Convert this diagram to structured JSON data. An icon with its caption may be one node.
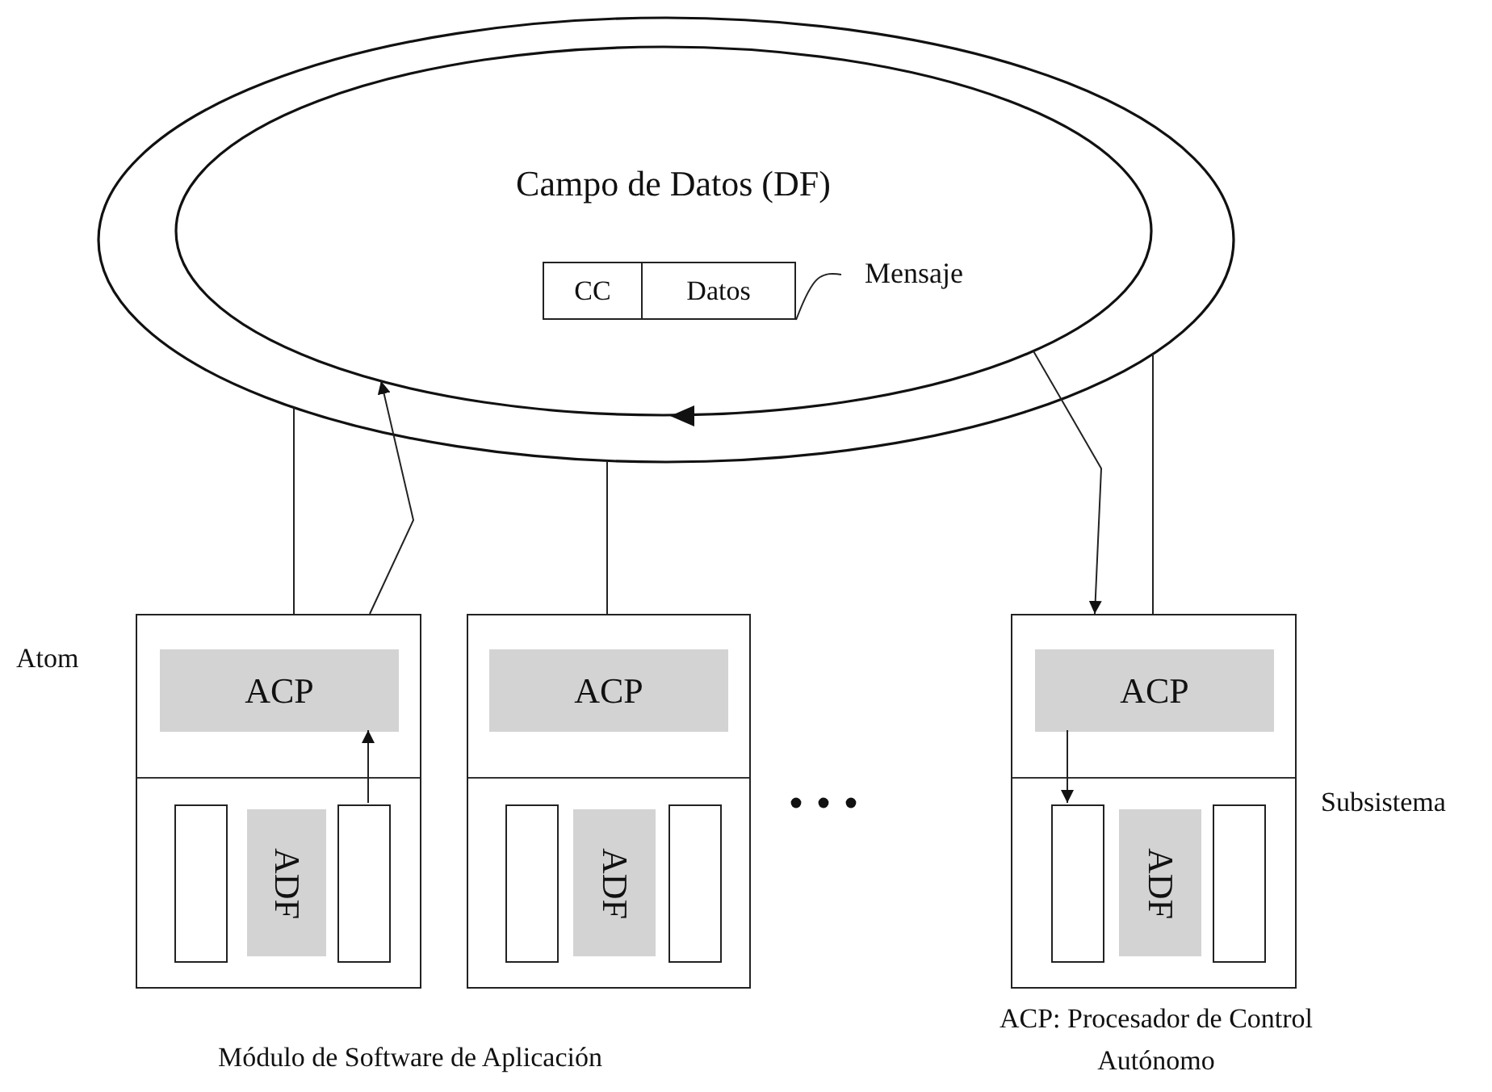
{
  "diagram": {
    "nodes": [
      {
        "text": [],
        "shape": "ellipse"
      },
      {
        "text": [
          "Campo de Datos (DF)"
        ],
        "in": 0
      },
      {
        "text": [
          "CC"
        ],
        "in": 1
      },
      {
        "text": [
          "Datos"
        ],
        "in": 1
      },
      {
        "text": [
          "Mensaje"
        ],
        "in": 1
      },
      {
        "text": [],
        "shape": "box",
        "beside": [
          "Atom"
        ]
      },
      {
        "text": [
          "ACP"
        ],
        "in": 5
      },
      {
        "text": [],
        "shape": "box",
        "in": 5
      },
      {
        "text": [
          "ADF"
        ],
        "in": 5
      },
      {
        "text": [],
        "shape": "box",
        "in": 5
      },
      {
        "text": [],
        "shape": "box"
      },
      {
        "text": [
          "ACP"
        ],
        "in": 10
      },
      {
        "text": [],
        "shape": "box",
        "in": 10
      },
      {
        "text": [
          "ADF"
        ],
        "in": 10
      },
      {
        "text": [],
        "shape": "box",
        "in": 10
      },
      {
        "text": [],
        "shape": "box",
        "beside": [
          "Subsistema"
        ]
      },
      {
        "text": [
          "ACP"
        ],
        "in": 15
      },
      {
        "text": [],
        "shape": "box",
        "in": 15
      },
      {
        "text": [
          "ADF"
        ],
        "in": 15
      },
      {
        "text": [],
        "shape": "box",
        "in": 15
      }
    ],
    "edges": [
      {
        "from": 4,
        "to": 3,
        "arrow": "none"
      },
      {
        "from": 5,
        "to": 0,
        "arrow": "none"
      },
      {
        "from": 5,
        "to": 1,
        "arrow": "to"
      },
      {
        "from": 10,
        "to": 0,
        "arrow": "none"
      },
      {
        "from": 1,
        "to": 15,
        "arrow": "to"
      },
      {
        "from": 15,
        "to": 0,
        "arrow": "none"
      },
      {
        "from": 9,
        "to": 6,
        "arrow": "to"
      },
      {
        "from": 16,
        "to": 17,
        "arrow": "to"
      }
    ],
    "labels": [
      "Módulo de Software de Aplicación",
      "ACP: Procesador de Control Autónomo"
    ]
  }
}
